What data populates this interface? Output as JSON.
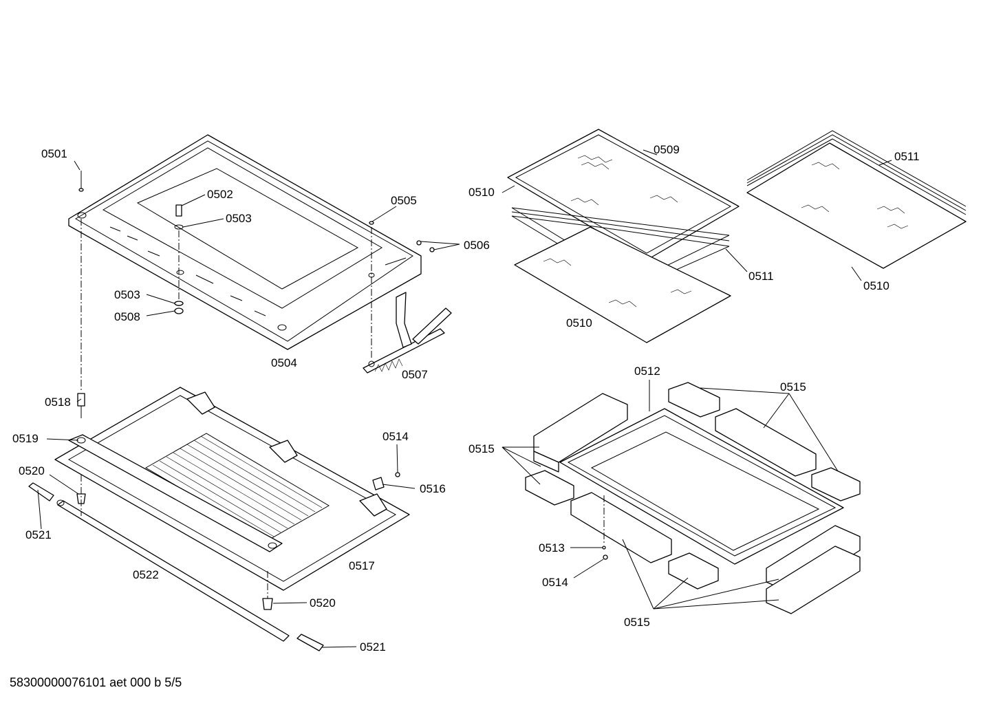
{
  "footer": "58300000076101 aet 000 b 5/5",
  "labels": {
    "p0501": "0501",
    "p0502": "0502",
    "p0503a": "0503",
    "p0503b": "0503",
    "p0504": "0504",
    "p0505": "0505",
    "p0506": "0506",
    "p0507": "0507",
    "p0508": "0508",
    "p0509": "0509",
    "p0510a": "0510",
    "p0510b": "0510",
    "p0510c": "0510",
    "p0511a": "0511",
    "p0511b": "0511",
    "p0512": "0512",
    "p0513": "0513",
    "p0514a": "0514",
    "p0514b": "0514",
    "p0515a": "0515",
    "p0515b": "0515",
    "p0515c": "0515",
    "p0516": "0516",
    "p0517": "0517",
    "p0518": "0518",
    "p0519": "0519",
    "p0520a": "0520",
    "p0520b": "0520",
    "p0521a": "0521",
    "p0521b": "0521",
    "p0522": "0522"
  }
}
